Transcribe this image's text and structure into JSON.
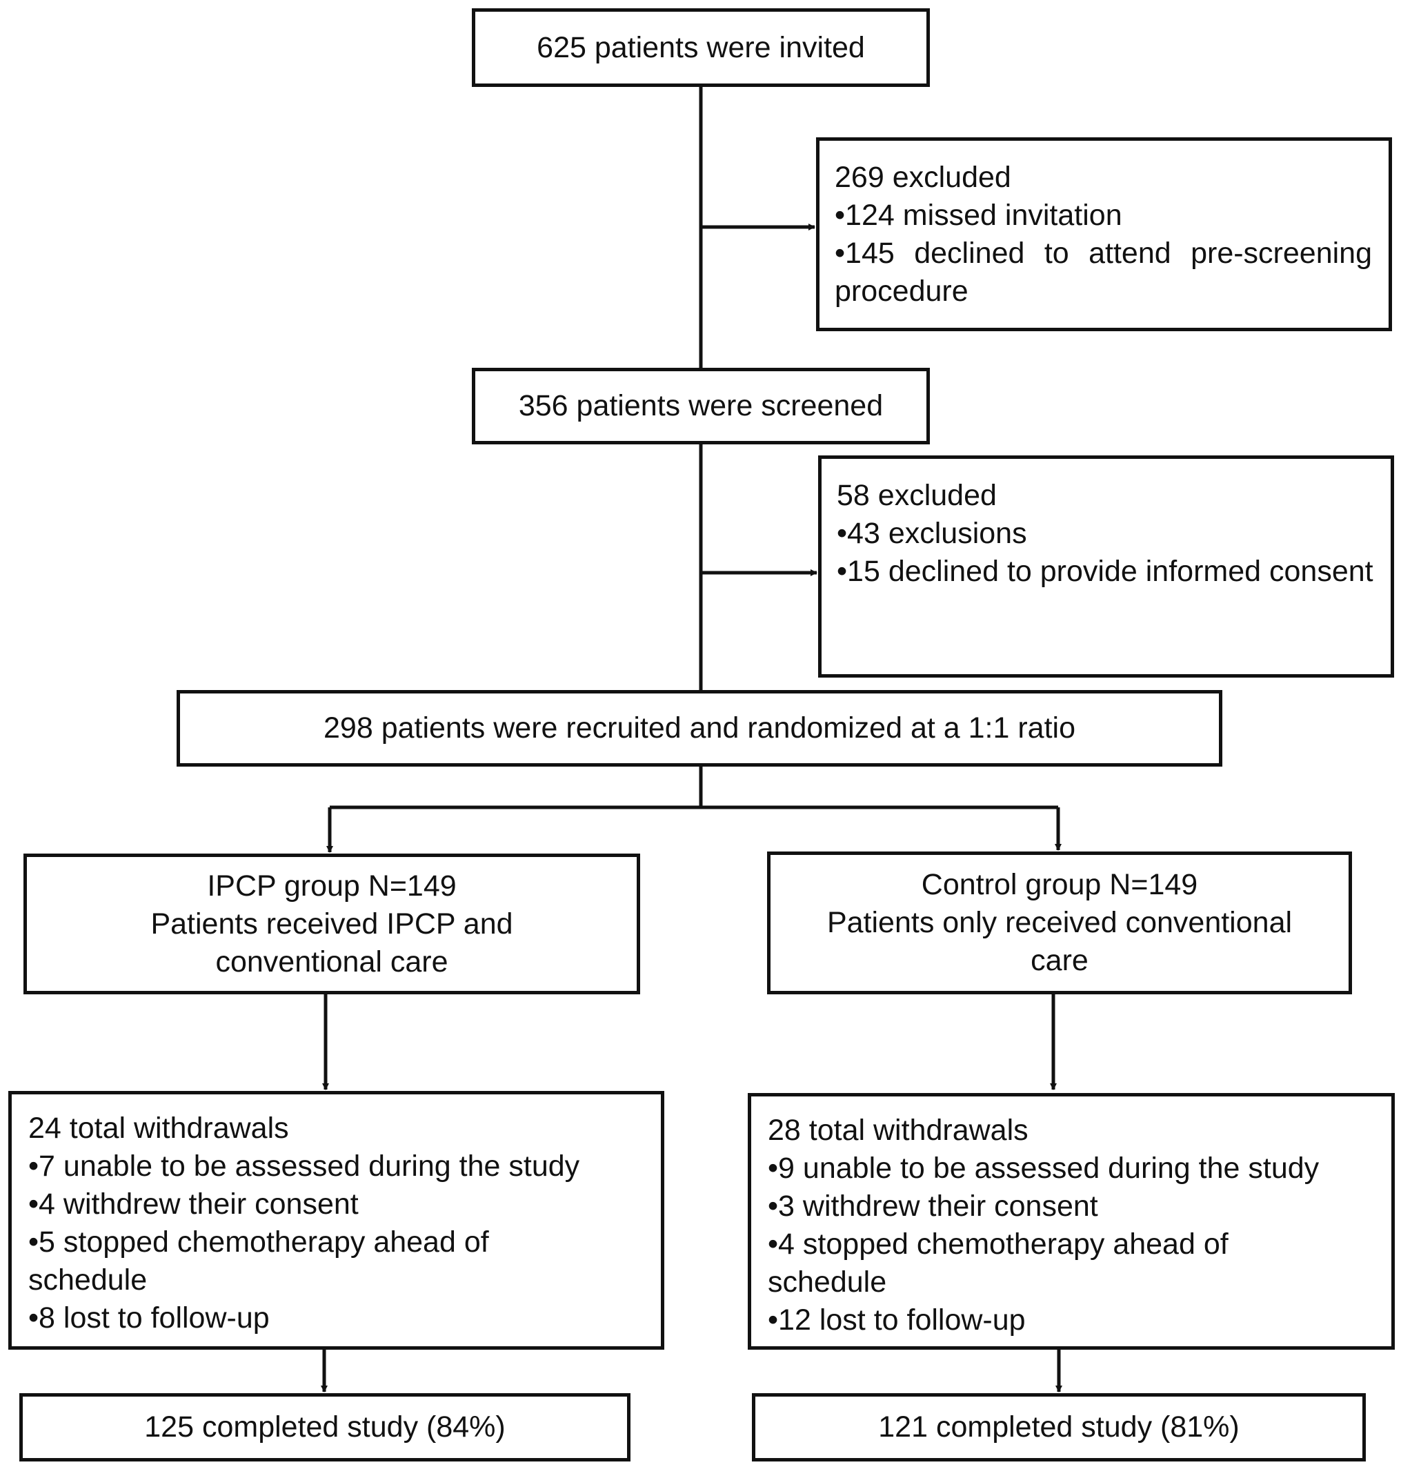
{
  "invited": "625 patients were invited",
  "excluded1": {
    "title": "269 excluded",
    "items": [
      "•124 missed invitation",
      "•145 declined to attend pre-screening procedure"
    ]
  },
  "screened": "356 patients were screened",
  "excluded2": {
    "title": "58 excluded",
    "items": [
      "•43 exclusions",
      "•15 declined to provide informed consent"
    ]
  },
  "randomized": "298 patients were recruited and randomized at a 1:1 ratio",
  "ipcp_group": {
    "line1": "IPCP group N=149",
    "line2": "Patients received IPCP and",
    "line3": "conventional care"
  },
  "control_group": {
    "line1": "Control group N=149",
    "line2": "Patients only received conventional",
    "line3": "care"
  },
  "ipcp_withdrawals": {
    "title": "24 total withdrawals",
    "items": [
      "•7 unable to be assessed during the study",
      "•4 withdrew their consent",
      "•5 stopped chemotherapy ahead of schedule",
      "•8 lost to follow-up"
    ]
  },
  "control_withdrawals": {
    "title": "28 total withdrawals",
    "items": [
      "•9 unable to be assessed during the study",
      "•3 withdrew their consent",
      "•4 stopped chemotherapy ahead of schedule",
      "•12 lost to follow-up"
    ]
  },
  "ipcp_completed": "125 completed study (84%)",
  "control_completed": "121 completed study (81%)"
}
